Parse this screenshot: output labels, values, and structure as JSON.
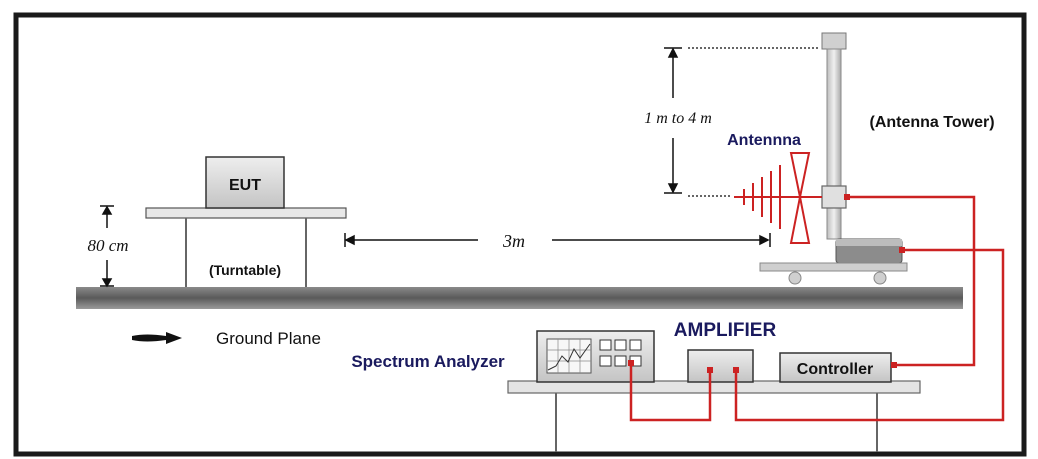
{
  "labels": {
    "eut": "EUT",
    "turntable": "(Turntable)",
    "height_80": "80 cm",
    "distance": "3m",
    "height_range": "1 m to 4 m",
    "antenna": "Antennna",
    "antenna_tower": "(Antenna Tower)",
    "ground_plane": "Ground Plane",
    "spectrum_analyzer": "Spectrum Analyzer",
    "amplifier": "AMPLIFIER",
    "controller": "Controller"
  },
  "colors": {
    "cable": "#cc2222",
    "antenna": "#cc2222",
    "label_blue": "#1a1a5e",
    "ground": "#6e6e6e",
    "equipment_fill": "#d9d9d9",
    "frame": "#1a1a1a"
  }
}
